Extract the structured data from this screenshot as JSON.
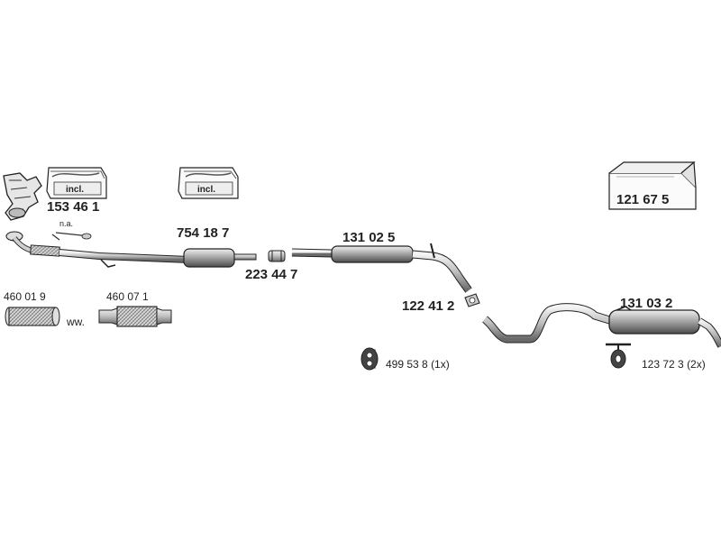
{
  "parts": {
    "manifold_kit": {
      "number": "153 46 1",
      "box_label": "incl."
    },
    "front_pipe_kit": {
      "box_label": "incl."
    },
    "front_pipe": {
      "number": "754 18 7"
    },
    "connector": {
      "number": "223 44 7"
    },
    "middle_silencer": {
      "number": "131 02 5"
    },
    "clamp": {
      "number": "122 41 2"
    },
    "rear_silencer": {
      "number": "131 03 2"
    },
    "mounting_kit": {
      "number": "121 67 5"
    },
    "flex_pipe_a": {
      "number": "460 01 9"
    },
    "flex_pipe_b": {
      "number": "460 07 1"
    },
    "rubber_mount": {
      "number": "499 53 8",
      "qty": "(1x)"
    },
    "hanger": {
      "number": "123 72 3",
      "qty": "(2x)"
    }
  },
  "notes": {
    "na": "n.a.",
    "ww": "ww."
  }
}
